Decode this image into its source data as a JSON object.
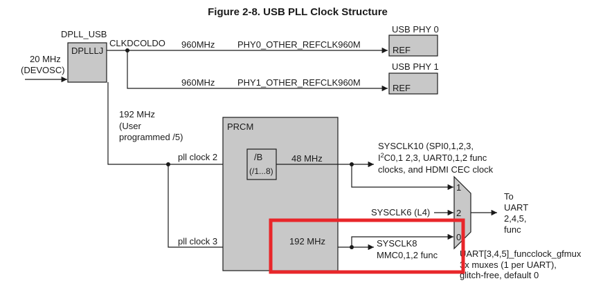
{
  "title": "Figure 2-8. USB PLL Clock Structure",
  "dpll": {
    "name": "DPLL_USB",
    "inner": "DPLLLJ",
    "output": "CLKDCOLDO"
  },
  "input": {
    "freq": "20 MHz",
    "source": "(DEVOSC)"
  },
  "usb_phy0": {
    "title": "USB PHY 0",
    "port": "REF",
    "freq": "960MHz",
    "signal": "PHY0_OTHER_REFCLK960M"
  },
  "usb_phy1": {
    "title": "USB PHY 1",
    "port": "REF",
    "freq": "960MHz",
    "signal": "PHY1_OTHER_REFCLK960M"
  },
  "usb_out": {
    "line1": "192 MHz",
    "line2": "(User",
    "line3": "programmed /5)"
  },
  "prcm": {
    "label": "PRCM"
  },
  "divider": {
    "line1": "/B",
    "line2": "(/1...8)",
    "out_freq": "48 MHz"
  },
  "pll_clock2": "pll clock 2",
  "pll_clock3": "pll clock 3",
  "freq_192": "192 MHz",
  "sysclk10": {
    "line1": "SYSCLK10 (SPI0,1,2,3,",
    "line2a": "I",
    "line2sup": "2",
    "line2b": "C0,1 2,3, UART0,1,2 func",
    "line3": "clocks, and HDMI CEC clock"
  },
  "sysclk6": "SYSCLK6 (L4)",
  "sysclk8": {
    "line1": "SYSCLK8",
    "line2": "MMC0,1,2 func"
  },
  "mux": {
    "in1": "1",
    "in2": "2",
    "in0": "0"
  },
  "mux_out": {
    "line1": "To",
    "line2": "UART",
    "line3": "2,4,5,",
    "line4": "func"
  },
  "mux_note": {
    "line1": "UART[3,4,5]_funcclock_gfmux",
    "line2": "3x muxes (1 per UART),",
    "line3": "glitch-free, default 0"
  },
  "colors": {
    "block_fill": "#c8c8c8",
    "line": "#1a1a1a",
    "highlight": "#e8262a"
  }
}
